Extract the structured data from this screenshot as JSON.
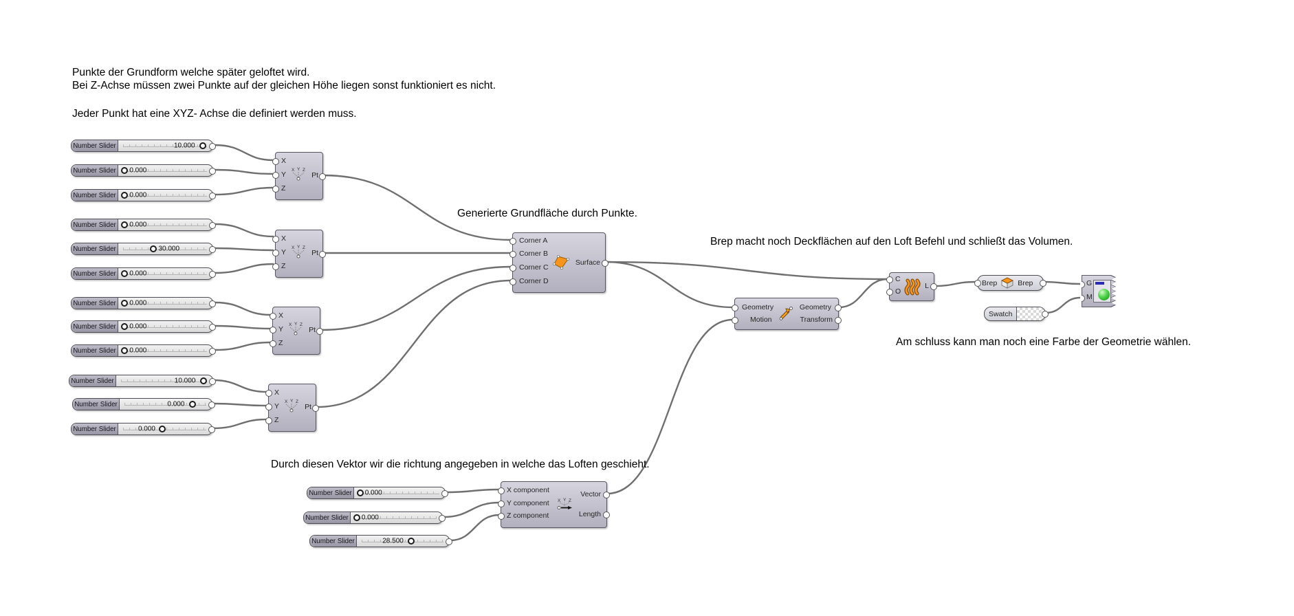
{
  "annotations": {
    "points_note_line1": "Punkte der Grundform welche später geloftet wird.",
    "points_note_line2": "Bei Z-Achse müssen zwei Punkte auf der gleichen Höhe liegen sonst funktioniert es nicht.",
    "axis_note": "Jeder Punkt hat eine XYZ- Achse die definiert werden muss.",
    "surface_note": "Generierte Grundfläche durch Punkte.",
    "brep_note": "Brep macht noch Deckflächen auf den Loft Befehl und schließt das Volumen.",
    "color_note": "Am schluss kann man noch eine Farbe der Geometrie wählen.",
    "vector_note": "Durch diesen Vektor wir die richtung angegeben in welche das Loften geschieht."
  },
  "slider_label": "Number Slider",
  "sliders": [
    {
      "value": "10.000",
      "knob_style": "left:87%",
      "value_style": "right:18%"
    },
    {
      "value": "0.000",
      "knob_style": "left:3%",
      "value_style": "left:12%"
    },
    {
      "value": "0.000",
      "knob_style": "left:3%",
      "value_style": "left:12%"
    },
    {
      "value": "0.000",
      "knob_style": "left:3%",
      "value_style": "left:12%"
    },
    {
      "value": "30.000",
      "knob_style": "left:34%",
      "value_style": "left:43%"
    },
    {
      "value": "0.000",
      "knob_style": "left:3%",
      "value_style": "left:12%"
    },
    {
      "value": "0.000",
      "knob_style": "left:3%",
      "value_style": "left:12%"
    },
    {
      "value": "0.000",
      "knob_style": "left:3%",
      "value_style": "left:12%"
    },
    {
      "value": "0.000",
      "knob_style": "left:3%",
      "value_style": "left:12%"
    },
    {
      "value": "10.000",
      "knob_style": "left:88%",
      "value_style": "right:17%"
    },
    {
      "value": "0.000",
      "knob_style": "left:76%",
      "value_style": "right:29%"
    },
    {
      "value": "0.000",
      "knob_style": "left:44%",
      "value_style": "right:60%"
    },
    {
      "value": "0.000",
      "knob_style": "left:3%",
      "value_style": "left:12%"
    },
    {
      "value": "0.000",
      "knob_style": "left:3%",
      "value_style": "left:12%"
    },
    {
      "value": "28.500",
      "knob_style": "left:56%",
      "value_style": "right:49%"
    }
  ],
  "pt": {
    "inputs": [
      "X",
      "Y",
      "Z"
    ],
    "output": "Pt"
  },
  "surface": {
    "inputs": [
      "Corner A",
      "Corner B",
      "Corner C",
      "Corner D"
    ],
    "output": "Surface"
  },
  "move": {
    "inputs": [
      "Geometry",
      "Motion"
    ],
    "outputs": [
      "Geometry",
      "Transform"
    ]
  },
  "loft": {
    "inputs": [
      "C",
      "O"
    ],
    "output": "L"
  },
  "brep": {
    "input": "Brep",
    "output": "Brep"
  },
  "swatch": {
    "label": "Swatch"
  },
  "preview": {
    "inputs": [
      "G",
      "M"
    ]
  },
  "vector": {
    "inputs": [
      "X component",
      "Y component",
      "Z component"
    ],
    "outputs": [
      "Vector",
      "Length"
    ]
  },
  "colors": {
    "accent_orange": "#f7941d",
    "wire": "#6f6f6f",
    "canvas_bg": "#ffffff"
  }
}
